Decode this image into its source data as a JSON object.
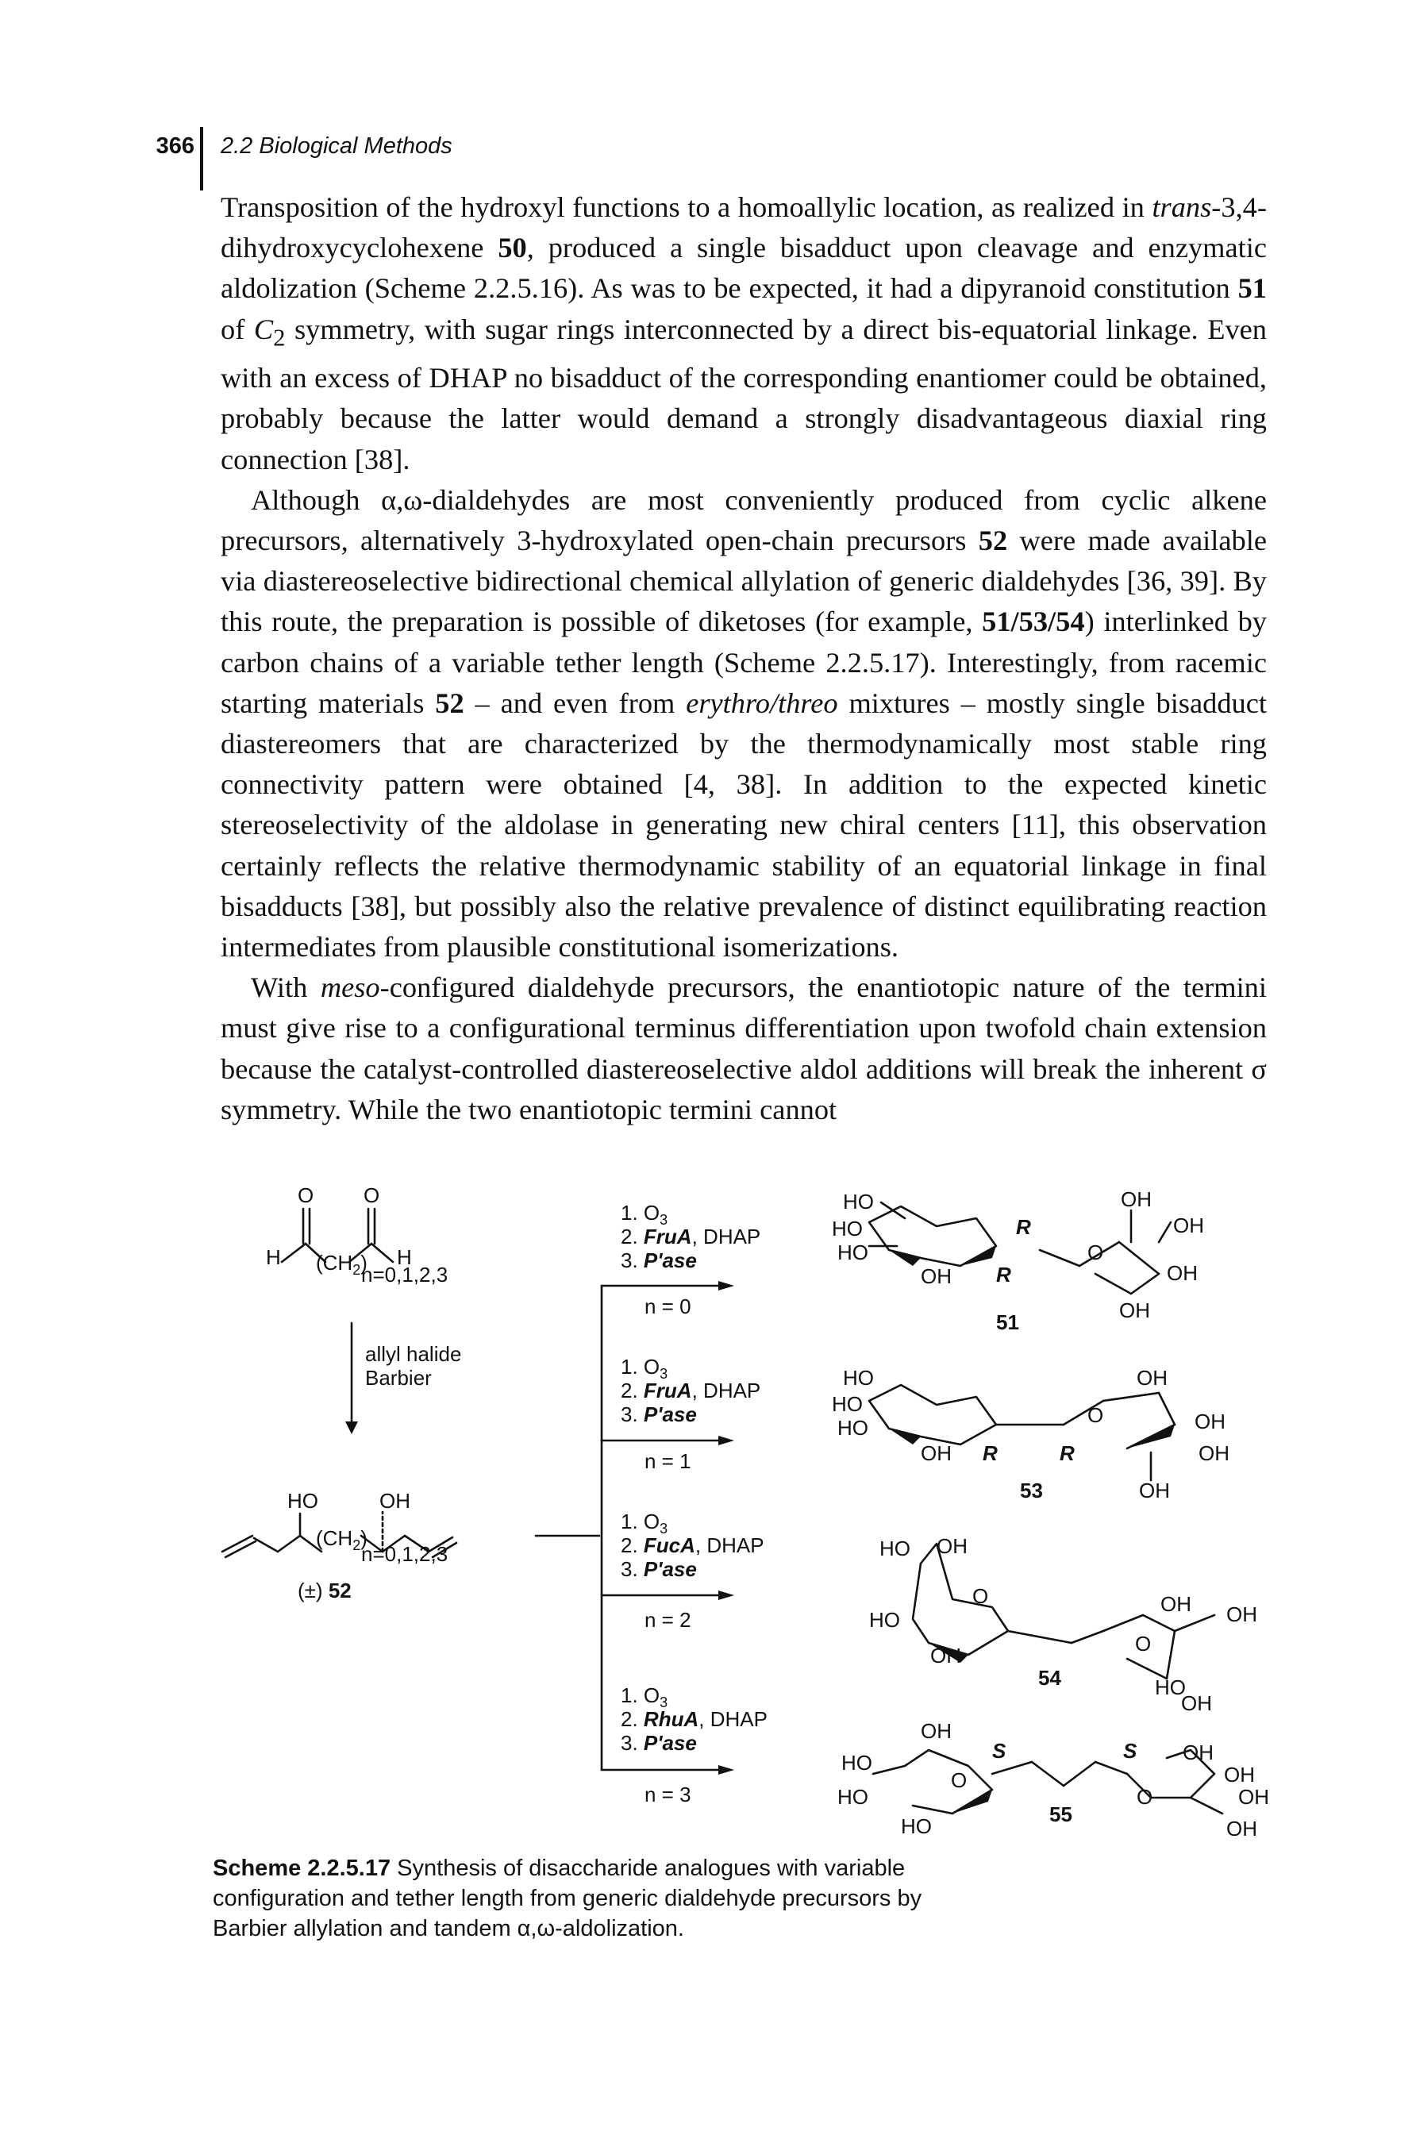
{
  "header": {
    "page_number": "366",
    "section_title": "2.2 Biological Methods"
  },
  "paragraphs": [
    {
      "runs": [
        {
          "t": "Transposition of the hydroxyl functions to a homoallylic location, as realized in "
        },
        {
          "t": "trans",
          "s": "i"
        },
        {
          "t": "-3,4-dihydroxycyclohexene "
        },
        {
          "t": "50",
          "s": "b"
        },
        {
          "t": ", produced a single bisadduct upon cleavage and enzymatic aldolization (Scheme 2.2.5.16). As was to be expected, it had a dipyranoid constitution "
        },
        {
          "t": "51",
          "s": "b"
        },
        {
          "t": " of "
        },
        {
          "t": "C",
          "s": "i"
        },
        {
          "t": "2",
          "s": "sub"
        },
        {
          "t": " symmetry, with sugar rings interconnected by a direct bis-equatorial linkage. Even with an excess of DHAP no bisadduct of the corresponding enantiomer could be obtained, probably because the latter would demand a strongly disadvantageous diaxial ring connection [38]."
        }
      ]
    },
    {
      "runs": [
        {
          "t": "Although α,ω-dialdehydes are most conveniently produced from cyclic alkene precursors, alternatively 3-hydroxylated open-chain precursors "
        },
        {
          "t": "52",
          "s": "b"
        },
        {
          "t": " were made available via diastereoselective bidirectional chemical allylation of generic dialdehydes [36, 39]. By this route, the preparation is possible of diketoses (for example, "
        },
        {
          "t": "51/53/54",
          "s": "b"
        },
        {
          "t": ") interlinked by carbon chains of a variable tether length (Scheme 2.2.5.17). Interestingly, from racemic starting materials "
        },
        {
          "t": "52",
          "s": "b"
        },
        {
          "t": " – and even from "
        },
        {
          "t": "erythro/threo",
          "s": "i"
        },
        {
          "t": " mixtures – mostly single bisadduct diastereomers that are characterized by the thermodynamically most stable ring connectivity pattern were obtained [4, 38]. In addition to the expected kinetic stereoselectivity of the aldolase in generating new chiral centers [11], this observation certainly reflects the relative thermodynamic stability of an equatorial linkage in final bisadducts [38], but possibly also the relative prevalence of distinct equilibrating reaction intermediates from plausible constitutional isomerizations."
        }
      ]
    },
    {
      "runs": [
        {
          "t": "With "
        },
        {
          "t": "meso",
          "s": "i"
        },
        {
          "t": "-configured dialdehyde precursors, the enantiotopic nature of the termini must give rise to a configurational terminus differentiation upon twofold chain extension because the catalyst-controlled diastereoselective aldol additions will break the inherent σ symmetry. While the two enantiotopic termini cannot"
        }
      ]
    }
  ],
  "scheme": {
    "start": {
      "h_left": "H",
      "h_right": "H",
      "ch2": "(CH",
      "ch2_sub": "2",
      "ch2_close": ")",
      "n_range": "n=0,1,2,3",
      "o1": "O",
      "o2": "O"
    },
    "arrow_reagents": [
      "allyl halide",
      "Barbier"
    ],
    "product": {
      "ho": "HO",
      "oh": "OH",
      "ch2": "(CH",
      "ch2_sub": "2",
      "ch2_close": ")",
      "n_range": "n=0,1,2,3",
      "label_prefix": "(±) ",
      "label_num": "52"
    },
    "branches": [
      {
        "step1": "1. O",
        "step1_sub": "3",
        "step2_num": "2. ",
        "enzyme": "FruA",
        "step2_rest": ", DHAP",
        "step3_num": "3. ",
        "step3": "P'ase",
        "n": "n = 0"
      },
      {
        "step1": "1. O",
        "step1_sub": "3",
        "step2_num": "2. ",
        "enzyme": "FruA",
        "step2_rest": ", DHAP",
        "step3_num": "3. ",
        "step3": "P'ase",
        "n": "n = 1"
      },
      {
        "step1": "1. O",
        "step1_sub": "3",
        "step2_num": "2. ",
        "enzyme": "FucA",
        "step2_rest": ", DHAP",
        "step3_num": "3. ",
        "step3": "P'ase",
        "n": "n = 2"
      },
      {
        "step1": "1. O",
        "step1_sub": "3",
        "step2_num": "2. ",
        "enzyme": "RhuA",
        "step2_rest": ", DHAP",
        "step3_num": "3. ",
        "step3": "P'ase",
        "n": "n = 3"
      }
    ],
    "products": [
      {
        "label": "51",
        "atoms": [
          "HO",
          "HO",
          "HO",
          "OH",
          "R",
          "R",
          "O",
          "OH",
          "OH",
          "OH",
          "OH"
        ]
      },
      {
        "label": "53",
        "atoms": [
          "HO",
          "HO",
          "HO",
          "OH",
          "R",
          "R",
          "O",
          "OH",
          "OH",
          "OH",
          "OH"
        ]
      },
      {
        "label": "54",
        "atoms": [
          "HO",
          "OH",
          "HO",
          "OH",
          "O",
          "O",
          "OH",
          "OH",
          "HO",
          "OH"
        ]
      },
      {
        "label": "55",
        "atoms": [
          "OH",
          "HO",
          "HO",
          "HO",
          "O",
          "S",
          "S",
          "OH",
          "OH",
          "OH",
          "O",
          "OH"
        ]
      }
    ]
  },
  "caption": {
    "label": "Scheme 2.2.5.17",
    "text": "  Synthesis of disaccharide analogues with variable configuration and tether length from generic dialdehyde precursors by Barbier allylation and tandem α,ω-aldolization."
  }
}
